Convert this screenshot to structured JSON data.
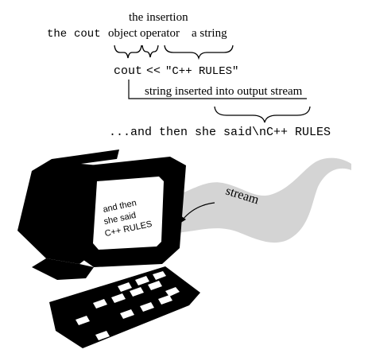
{
  "colors": {
    "ink": "#000000",
    "stream_fill": "#d4d4d4",
    "paper": "#ffffff"
  },
  "labels": {
    "insertion_operator_line1": "the insertion",
    "insertion_operator_line2": "operator",
    "the_prefix": "the",
    "cout_word": "cout",
    "object_word": "object",
    "a_string": "a string",
    "inserted_caption": "string inserted into output stream",
    "stream_label": "stream"
  },
  "code": {
    "cout": "cout",
    "operator": "<<",
    "string_literal": "\"C++ RULES\"",
    "output_stream": "...and then she said\\nC++ RULES"
  },
  "screen_text": {
    "line1": "and then",
    "line2": "she said",
    "line3": "C++ RULES"
  },
  "icons": [
    "computer-monitor-icon",
    "keyboard-icon",
    "stream-wave-icon"
  ]
}
